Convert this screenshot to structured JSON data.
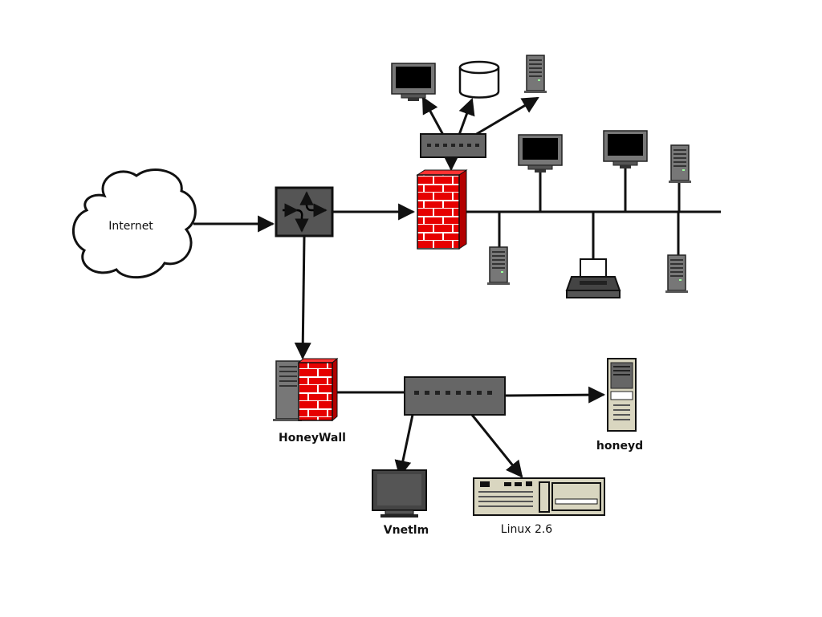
{
  "diagram": {
    "labels": {
      "internet": "Internet",
      "honeywall": "HoneyWall",
      "honeyd": "honeyd",
      "vnetlm": "Vnetlm",
      "linux": "Linux 2.6"
    },
    "colors": {
      "firewall_red": "#e60000",
      "device_gray": "#666666",
      "router_gray": "#555555",
      "line": "#111111",
      "beige": "#d9d6c0"
    },
    "icons": [
      "cloud-icon",
      "router-icon",
      "firewall-icon",
      "switch-icon",
      "monitor-icon",
      "database-icon",
      "server-tower-icon",
      "printer-icon",
      "desktop-computer-icon"
    ]
  }
}
